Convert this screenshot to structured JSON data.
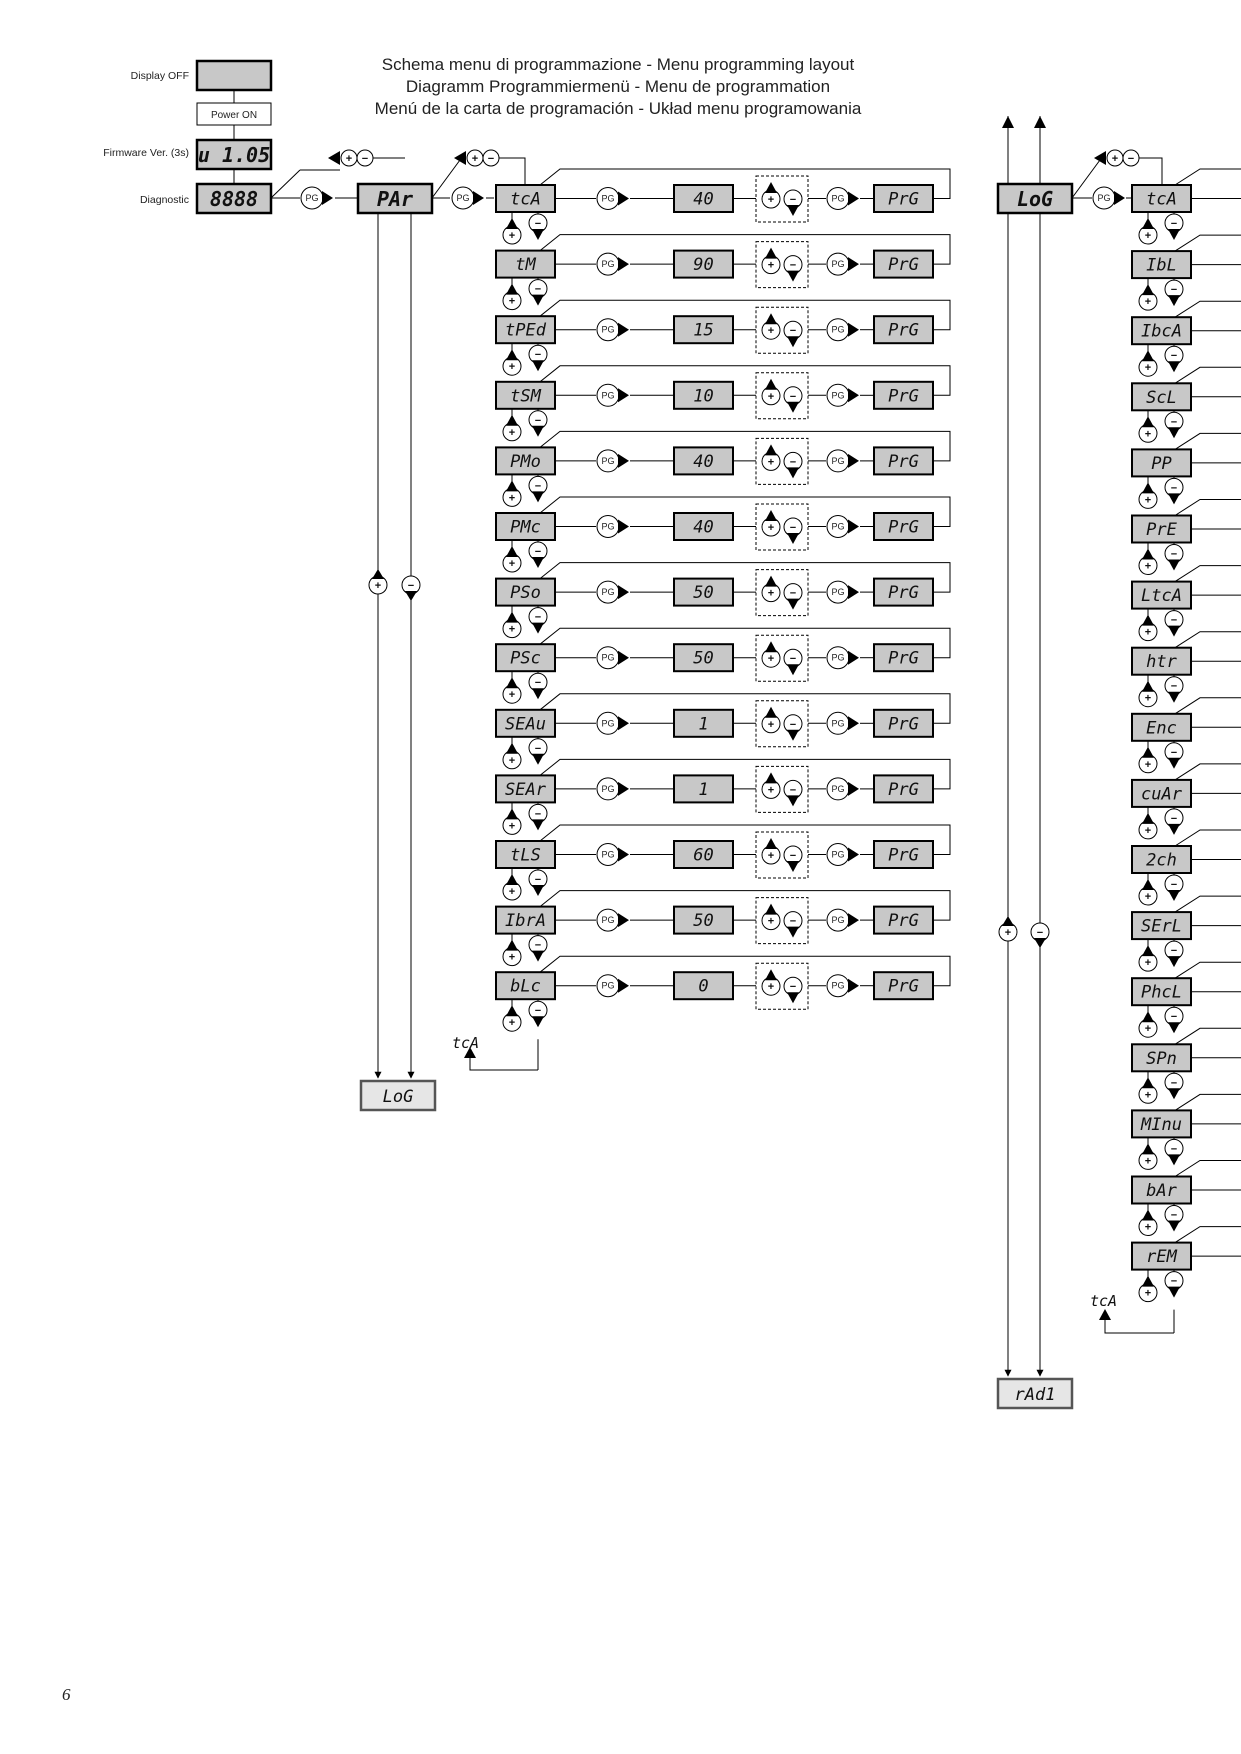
{
  "title": {
    "line1": "Schema menu di programmazione - Menu programming layout",
    "line2": "Diagramm Programmiermenü - Menu de programmation",
    "line3": "Menú de la carta de programación - Układ menu programowania"
  },
  "startup": {
    "display_off_label": "Display OFF",
    "power_on_label": "Power ON",
    "firmware_label": "Firmware Ver. (3s)",
    "firmware_value": "u 1.05",
    "diagnostic_label": "Diagnostic",
    "diagnostic_value": "8888"
  },
  "buttons": {
    "pg": "PG",
    "plus": "+",
    "minus": "−"
  },
  "menu_par": {
    "label": "PAr",
    "next_menu": "LoG",
    "items": [
      {
        "code": "tcA",
        "value": "40",
        "confirm": "PrG"
      },
      {
        "code": "tM",
        "value": "90",
        "confirm": "PrG"
      },
      {
        "code": "tPEd",
        "value": "15",
        "confirm": "PrG"
      },
      {
        "code": "tSM",
        "value": "10",
        "confirm": "PrG"
      },
      {
        "code": "PMo",
        "value": "40",
        "confirm": "PrG"
      },
      {
        "code": "PMc",
        "value": "40",
        "confirm": "PrG"
      },
      {
        "code": "PSo",
        "value": "50",
        "confirm": "PrG"
      },
      {
        "code": "PSc",
        "value": "50",
        "confirm": "PrG"
      },
      {
        "code": "SEAu",
        "value": "1",
        "confirm": "PrG"
      },
      {
        "code": "SEAr",
        "value": "1",
        "confirm": "PrG"
      },
      {
        "code": "tLS",
        "value": "60",
        "confirm": "PrG"
      },
      {
        "code": "IbrA",
        "value": "50",
        "confirm": "PrG"
      },
      {
        "code": "bLc",
        "value": "0",
        "confirm": "PrG"
      }
    ],
    "return_to": "tcA"
  },
  "menu_log": {
    "label": "LoG",
    "next_menu": "rAd1",
    "items": [
      "tcA",
      "IbL",
      "IbcA",
      "ScL",
      "PP",
      "PrE",
      "LtcA",
      "htr",
      "Enc",
      "cuAr",
      "2ch",
      "SErL",
      "PhcL",
      "SPn",
      "MInu",
      "bAr",
      "rEM"
    ],
    "return_to": "tcA"
  },
  "page_number": "6"
}
